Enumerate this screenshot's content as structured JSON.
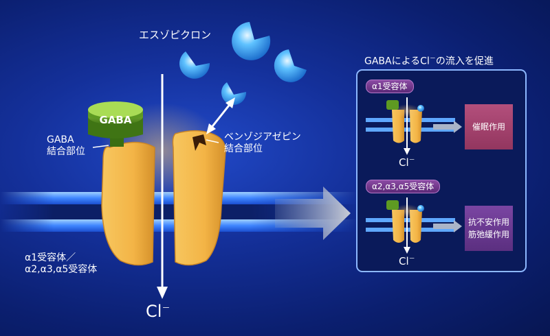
{
  "drug_label": "エスゾピクロン",
  "gaba_cap": "GABA",
  "gaba_site": [
    "GABA",
    "結合部位"
  ],
  "benzo_site": [
    "ベンゾジアゼピン",
    "結合部位"
  ],
  "receptor_label": [
    "α1受容体／",
    "α2,α3,α5受容体"
  ],
  "chloride": "Cl",
  "chloride_sup": "－",
  "panel": {
    "title_pre": "GABAによるCl",
    "title_sup": "－",
    "title_post": "の流入を促進",
    "top": {
      "badge": "α1受容体",
      "effect": "催眠作用",
      "ion": "Cl",
      "ion_sup": "－"
    },
    "bottom": {
      "badge": "α2,α3,α5受容体",
      "effect": [
        "抗不安作用",
        "筋弛緩作用"
      ],
      "ion": "Cl",
      "ion_sup": "－"
    }
  },
  "colors": {
    "background": "#0b1f70",
    "receptor": "#f5b94a",
    "gaba": "#4f8a1c",
    "effect_top": "#a8406e",
    "effect_bottom": "#6a3a8e",
    "membrane": "#5fa8ff"
  }
}
